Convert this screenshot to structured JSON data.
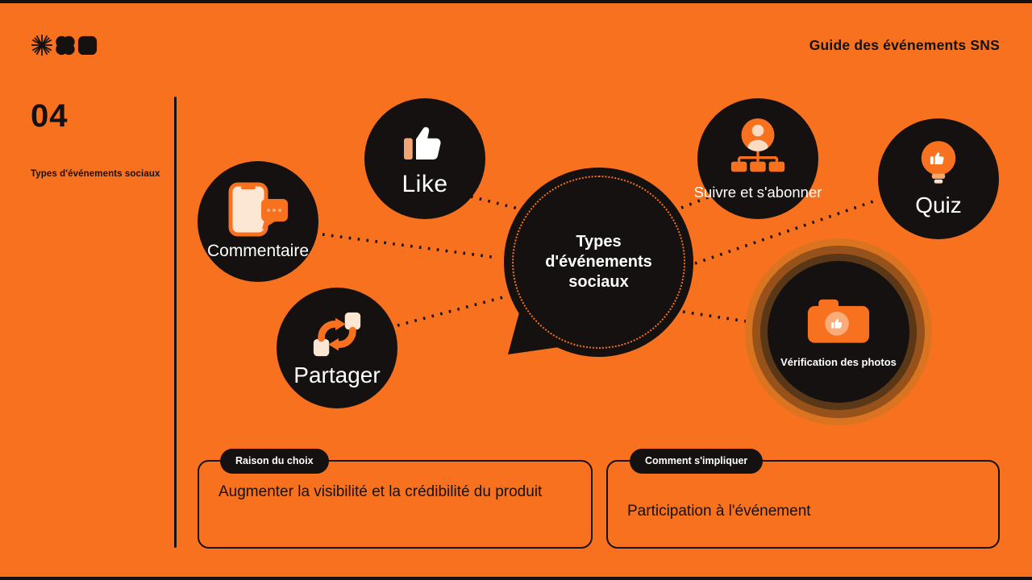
{
  "slide": {
    "header_title": "Guide des événements SNS",
    "section_number": "04",
    "section_label": "Types d'événements sociaux"
  },
  "center_bubble": {
    "title": "Types d'événements sociaux"
  },
  "nodes": [
    {
      "label": "Like",
      "icon": "thumbs-up-icon"
    },
    {
      "label": "Commentaire",
      "icon": "phone-chat-icon"
    },
    {
      "label": "Partager",
      "icon": "share-arrows-icon"
    },
    {
      "label": "Suivre et s'abonner",
      "icon": "follow-org-chart-icon"
    },
    {
      "label": "Quiz",
      "icon": "lightbulb-like-icon"
    },
    {
      "label": "Vérification des photos",
      "icon": "camera-like-icon"
    }
  ],
  "info_boxes": [
    {
      "tag": "Raison du choix",
      "text": "Augmenter la visibilité et la crédibilité du produit"
    },
    {
      "tag": "Comment s'impliquer",
      "text": "Participation à l'événement"
    }
  ],
  "logo_icons": [
    "starburst-icon",
    "clover-icon",
    "rounded-square-icon"
  ],
  "colors": {
    "background": "#F7711F",
    "ink": "#141110",
    "cream": "#FBE7D4",
    "salmon": "#F0A572",
    "ring_inner": "#5A3716",
    "ring_mid": "#97521C",
    "ring_outer": "#DA7420"
  }
}
